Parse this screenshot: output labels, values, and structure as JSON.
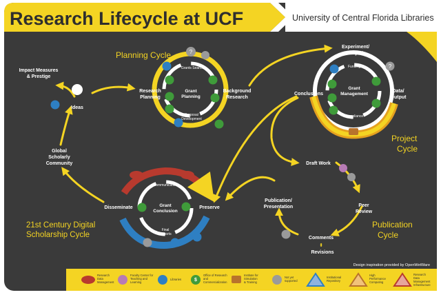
{
  "header": {
    "title": "Research Lifecycle at UCF",
    "org": "University of Central Florida Libraries"
  },
  "credit": "Design inspiration provided by OpenWetWare",
  "colors": {
    "background": "#3a3a3a",
    "yellow": "#f4d423",
    "green": "#3f9b3a",
    "blue": "#2e7fc2",
    "purple": "#b77bb5",
    "gray": "#9a9a9a",
    "orange": "#b8732c",
    "red": "#b83a2e",
    "white": "#ffffff"
  },
  "cycles": {
    "planning": {
      "title": "Planning Cycle",
      "hub": [
        "Grant",
        "Planning"
      ],
      "grants_search": "Grants Search",
      "proposal": [
        "Proposal",
        "Development"
      ]
    },
    "project": {
      "title": [
        "Project",
        "Cycle"
      ],
      "hub": [
        "Grant",
        "Management"
      ],
      "funding": "Funding",
      "compliance": "Compliance"
    },
    "publication": {
      "title": [
        "Publication",
        "Cycle"
      ]
    },
    "scholarship": {
      "title": [
        "21st Century Digital",
        "Scholarship Cycle"
      ],
      "hub": [
        "Grant",
        "Conclusion"
      ],
      "communication": "Communication",
      "final_reports": [
        "Final",
        "Reports"
      ]
    }
  },
  "nodes": {
    "impact": [
      "Impact Measures",
      "& Prestige"
    ],
    "ideas": "Ideas",
    "research_planning": [
      "Research",
      "Planning"
    ],
    "background_research": [
      "Background",
      "Research"
    ],
    "experiment": [
      "Experiment/",
      "Project"
    ],
    "data_output": [
      "Data/",
      "Output"
    ],
    "conclusions": "Conclusions",
    "draft_work": "Draft Work",
    "peer_review": [
      "Peer",
      "Review"
    ],
    "comments": "Comments",
    "revisions": "Revisions",
    "publication_presentation": [
      "Publication/",
      "Presentation"
    ],
    "preserve": "Preserve",
    "disseminate": "Disseminate",
    "global_community": [
      "Global",
      "Scholarly",
      "Community"
    ]
  },
  "legend": [
    {
      "label": [
        "Research",
        "Data",
        "Management"
      ],
      "icon": "red-cloud-icon"
    },
    {
      "label": [
        "Faculty Center for",
        "Teaching and",
        "Learning"
      ],
      "icon": "purple-circle-icon"
    },
    {
      "label": [
        "Libraries"
      ],
      "icon": "blue-libraries-icon"
    },
    {
      "label": [
        "Office of Research",
        "and",
        "Commercialization"
      ],
      "icon": "green-dollar-icon"
    },
    {
      "label": [
        "Institute for",
        "Simulation",
        "& Training"
      ],
      "icon": "orange-folder-icon"
    },
    {
      "label": [
        "Not yet",
        "supported"
      ],
      "icon": "gray-question-icon"
    },
    {
      "label": [
        "Institutional",
        "Repository"
      ],
      "icon": "blue-triangle-icon"
    },
    {
      "label": [
        "High",
        "Performance",
        "Computing"
      ],
      "icon": "orange-triangle-icon"
    },
    {
      "label": [
        "Research",
        "Data",
        "Management",
        "Infrastructure"
      ],
      "icon": "red-triangle-icon"
    }
  ]
}
